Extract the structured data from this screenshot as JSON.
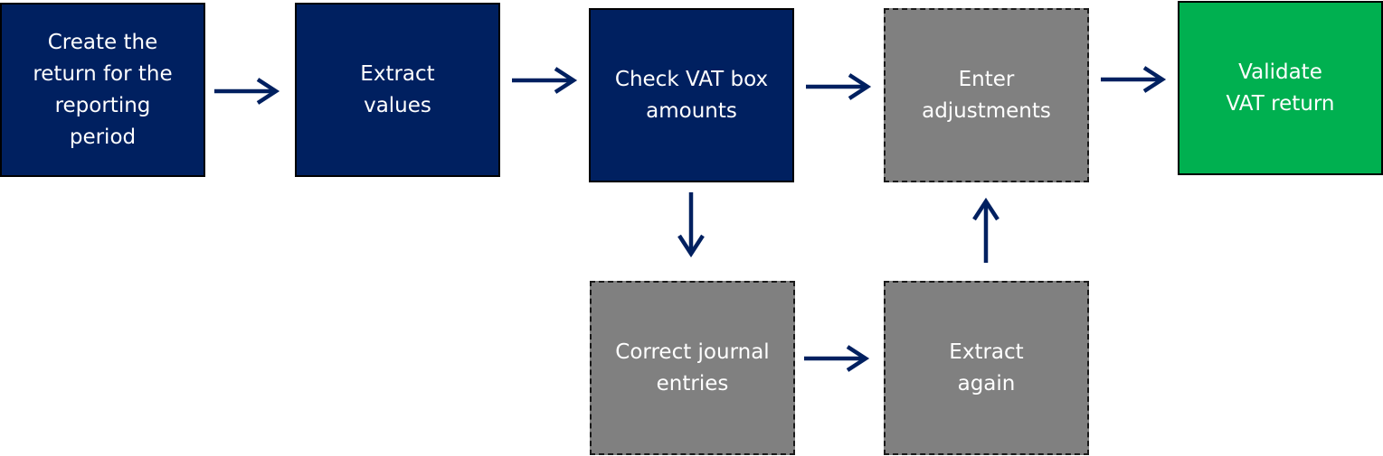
{
  "colors": {
    "navy": "#002060",
    "gray": "#808080",
    "green": "#00B050",
    "arrow": "#002060"
  },
  "steps": {
    "create": "Create the\nreturn for the\nreporting\nperiod",
    "extract": "Extract\nvalues",
    "check": "Check VAT box\namounts",
    "adjust": "Enter\nadjustments",
    "validate": "Validate\nVAT return",
    "correct": "Correct journal\nentries",
    "extract_again": "Extract\nagain"
  }
}
